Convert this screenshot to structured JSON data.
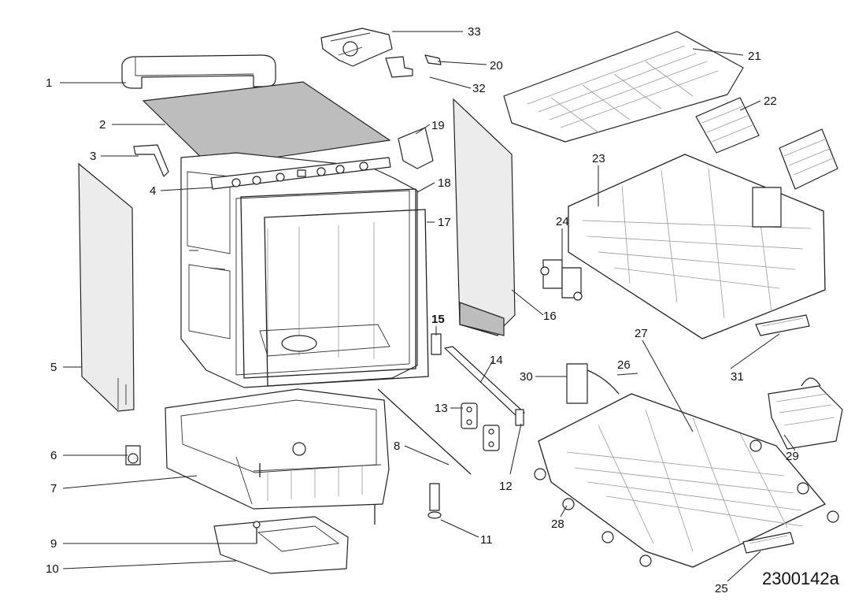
{
  "diagram": {
    "drawing_code": "2300142a",
    "callouts": [
      {
        "id": "1",
        "label": "1"
      },
      {
        "id": "2",
        "label": "2"
      },
      {
        "id": "3",
        "label": "3"
      },
      {
        "id": "4",
        "label": "4"
      },
      {
        "id": "5",
        "label": "5"
      },
      {
        "id": "6",
        "label": "6"
      },
      {
        "id": "7",
        "label": "7"
      },
      {
        "id": "8",
        "label": "8"
      },
      {
        "id": "9",
        "label": "9"
      },
      {
        "id": "10",
        "label": "10"
      },
      {
        "id": "11",
        "label": "11"
      },
      {
        "id": "12",
        "label": "12"
      },
      {
        "id": "13",
        "label": "13"
      },
      {
        "id": "14",
        "label": "14"
      },
      {
        "id": "15",
        "label": "15"
      },
      {
        "id": "16",
        "label": "16"
      },
      {
        "id": "17",
        "label": "17"
      },
      {
        "id": "18",
        "label": "18"
      },
      {
        "id": "19",
        "label": "19"
      },
      {
        "id": "20",
        "label": "20"
      },
      {
        "id": "21",
        "label": "21"
      },
      {
        "id": "22",
        "label": "22"
      },
      {
        "id": "23",
        "label": "23"
      },
      {
        "id": "24",
        "label": "24"
      },
      {
        "id": "25",
        "label": "25"
      },
      {
        "id": "26",
        "label": "26"
      },
      {
        "id": "27",
        "label": "27"
      },
      {
        "id": "28",
        "label": "28"
      },
      {
        "id": "29",
        "label": "29"
      },
      {
        "id": "30",
        "label": "30"
      },
      {
        "id": "31",
        "label": "31"
      },
      {
        "id": "32",
        "label": "32"
      },
      {
        "id": "33",
        "label": "33"
      }
    ]
  }
}
